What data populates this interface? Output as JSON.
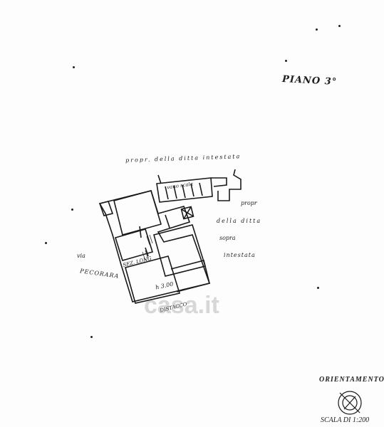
{
  "header": {
    "floor_label": "PIANO 3°"
  },
  "labels": {
    "north_owner": "propr. della ditta intestata",
    "east_owner_1": "propr",
    "east_owner_2": "della ditta",
    "east_owner_3": "sopra",
    "east_owner_4": "intestata",
    "stair_label": "vano scala",
    "street_1": "via",
    "street_2": "PECORARA",
    "height": "h 3.00",
    "section": "SEZ. LONG",
    "distacco": "DISTACCO"
  },
  "legend": {
    "orientation": "ORIENTAMENTO",
    "scale": "SCALA DI 1:200"
  },
  "watermark": {
    "text": "casa.it"
  }
}
